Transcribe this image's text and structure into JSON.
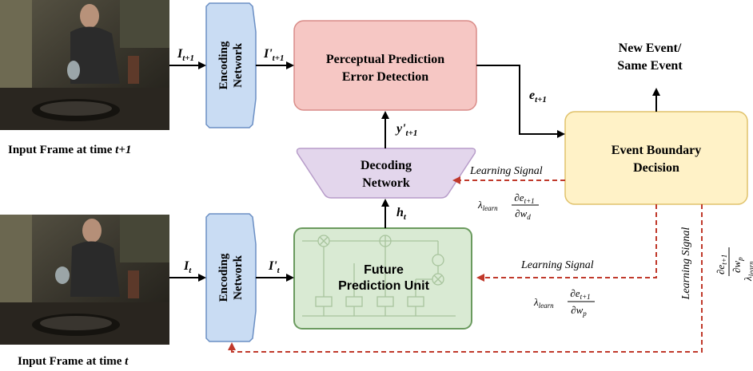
{
  "frames": {
    "top_caption_prefix": "Input Frame at time ",
    "top_caption_var": "t+1",
    "bottom_caption_prefix": "Input Frame at time ",
    "bottom_caption_var": "t"
  },
  "encoder": {
    "line1": "Encoding",
    "line2": "Network"
  },
  "decoder": {
    "line1": "Decoding",
    "line2": "Network"
  },
  "perceptual": {
    "line1": "Perceptual Prediction",
    "line2": "Error Detection"
  },
  "future": {
    "line1": "Future",
    "line2": "Prediction Unit"
  },
  "boundary": {
    "line1": "Event Boundary",
    "line2": "Decision"
  },
  "output": {
    "line1": "New Event/",
    "line2": "Same Event"
  },
  "symbols": {
    "I": "I",
    "I_prime": "I'",
    "sub_t1": "t+1",
    "sub_t": "t",
    "e": "e",
    "y_prime": "y'",
    "h": "h"
  },
  "learning_signal": "Learning Signal",
  "gradient": {
    "lambda": "λ",
    "lambda_sub": "learn",
    "numerator_e": "∂e",
    "numerator_sub": "t+1",
    "denominator_wd": "∂w",
    "wd_sub": "d",
    "wp_sub": "p"
  },
  "colors": {
    "encoder_fill": "#c9dcf3",
    "encoder_stroke": "#6b8fc4",
    "perceptual_fill": "#f6c7c4",
    "perceptual_stroke": "#d98c88",
    "decoder_fill": "#e3d6ec",
    "decoder_stroke": "#b79cc9",
    "future_fill": "#d9ead3",
    "future_stroke": "#6a9a5e",
    "boundary_fill": "#fff2c7",
    "boundary_stroke": "#e0c26b",
    "signal": "#c0392b"
  }
}
